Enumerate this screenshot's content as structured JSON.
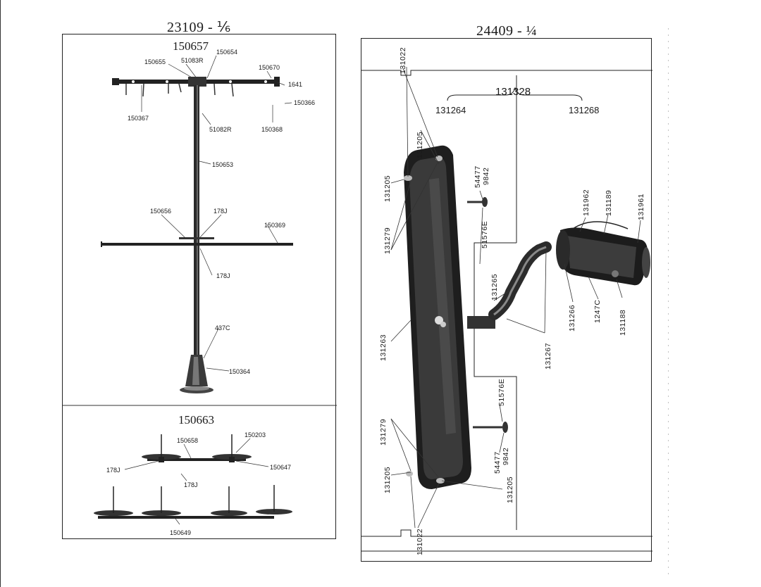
{
  "left_figure": {
    "title": "23109 - ⅙",
    "stand_part": "150657",
    "stand_labels": {
      "l150655": "150655",
      "l51083r": "51083R",
      "l150654": "150654",
      "l150670": "150670",
      "l1641": "1641",
      "l150366": "150366",
      "l150367": "150367",
      "l51082r": "51082R",
      "l150368": "150368",
      "l150653": "150653",
      "l150656": "150656",
      "l178j_a": "178J",
      "l150369": "150369",
      "l178j_b": "178J",
      "l437c": "437C",
      "l150364": "150364"
    },
    "lower_part": "150663",
    "lower_labels": {
      "l150658": "150658",
      "l150203": "150203",
      "l178j_c": "178J",
      "l150647": "150647",
      "l178j_d": "178J",
      "l150649": "150649"
    }
  },
  "right_figure": {
    "title": "24409 - ¼",
    "assembly": "131328",
    "labels": {
      "l131264": "131264",
      "l131268": "131268",
      "l131022_top": "131022",
      "l131205_a": "131205",
      "l131205_b": "131205",
      "l131279_a": "131279",
      "l54477_a": "54477",
      "l9842_a": "9842",
      "l51576e_a": "51576E",
      "l131962": "131962",
      "l131189": "131189",
      "l131961": "131961",
      "l131265": "131265",
      "l131266": "131266",
      "l1247c": "1247C",
      "l131188": "131188",
      "l131263": "131263",
      "l131267": "131267",
      "l51576e_b": "51576E",
      "l131279_b": "131279",
      "l54477_b": "54477",
      "l9842_b": "9842",
      "l131205_c": "131205",
      "l131205_d": "131205",
      "l131022_bot": "131022"
    }
  }
}
